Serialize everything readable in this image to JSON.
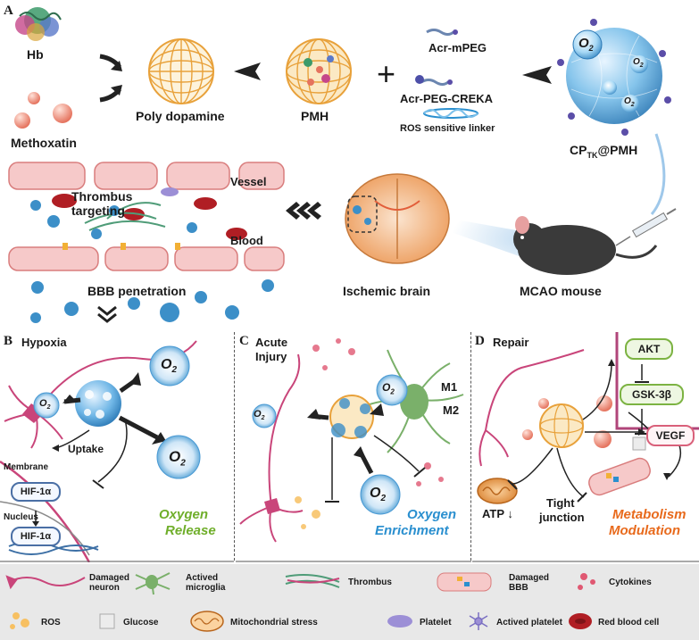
{
  "panel_a": {
    "letter": "A",
    "hb": "Hb",
    "methoxatin": "Methoxatin",
    "poly_dopamine": "Poly dopamine",
    "pmh": "PMH",
    "plus": "+",
    "acr_mpeg": "Acr-mPEG",
    "acr_peg_creka": "Acr-PEG-CREKA",
    "ros_linker": "ROS sensitive linker",
    "product_main": "CP",
    "product_sub": "TK",
    "product_rest": "@PMH",
    "o2": "O",
    "o2_sub": "2",
    "vessel": "Vessel",
    "blood": "Blood",
    "thrombus_targeting_1": "Thrombus",
    "thrombus_targeting_2": "targeting",
    "bbb_penetration": "BBB penetration",
    "ischemic_brain": "Ischemic brain",
    "mcao_mouse": "MCAO mouse"
  },
  "panel_b": {
    "letter": "B",
    "title": "Hypoxia",
    "uptake": "Uptake",
    "membrane": "Membrane",
    "nucleus": "Nucleus",
    "hif1": "HIF-1α",
    "hif2": "HIF-1α",
    "caption_1": "Oxygen",
    "caption_2": "Release"
  },
  "panel_c": {
    "letter": "C",
    "title_1": "Acute",
    "title_2": "Injury",
    "m1": "M1",
    "m2": "M2",
    "caption_1": "Oxygen",
    "caption_2": "Enrichment"
  },
  "panel_d": {
    "letter": "D",
    "title": "Repair",
    "akt": "AKT",
    "gsk": "GSK-3β",
    "vegf": "VEGF",
    "atp": "ATP",
    "tight_1": "Tight",
    "tight_2": "junction",
    "caption_1": "Metabolism",
    "caption_2": "Modulation"
  },
  "legend": [
    {
      "icon": "damaged-neuron-icon",
      "text": "Damaged\nneuron"
    },
    {
      "icon": "activated-microglia-icon",
      "text": "Actived\nmicroglia"
    },
    {
      "icon": "thrombus-icon",
      "text": "Thrombus"
    },
    {
      "icon": "damaged-bbb-icon",
      "text": "Damaged\nBBB"
    },
    {
      "icon": "cytokines-icon",
      "text": "Cytokines"
    },
    {
      "icon": "ros-icon",
      "text": "ROS"
    },
    {
      "icon": "glucose-icon",
      "text": "Glucose"
    },
    {
      "icon": "mitochondrial-stress-icon",
      "text": "Mitochondrial stress"
    },
    {
      "icon": "platelet-icon",
      "text": "Platelet"
    },
    {
      "icon": "activated-platelet-icon",
      "text": "Actived platelet"
    },
    {
      "icon": "red-blood-cell-icon",
      "text": "Red blood cell"
    }
  ],
  "colors": {
    "vessel_pink": "#f6c9c9",
    "nanoparticle_blue": "#3c8fc8",
    "dopamine_gold": "#e8a13a",
    "neuron_pink": "#c9457a",
    "microglia_green": "#7ab06a",
    "rbc_red": "#b01e24",
    "legend_bg": "#e8e8e8"
  }
}
